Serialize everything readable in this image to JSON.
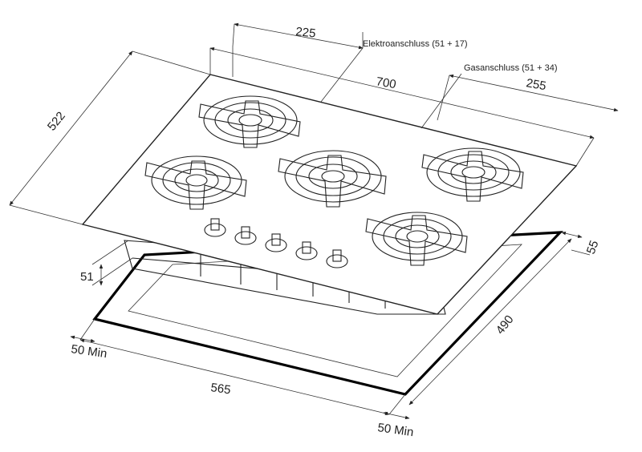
{
  "dimensions": {
    "top_width_left": "225",
    "total_width": "700",
    "top_width_right": "255",
    "depth": "522",
    "height": "51",
    "cutout_width": "565",
    "cutout_depth": "490",
    "right_clearance": "55",
    "min_left": "50 Min",
    "min_front": "50 Min"
  },
  "labels": {
    "electrical": "Elektroanschluss (51 + 17)",
    "gas": "Gasanschluss (51 + 34)"
  },
  "colors": {
    "line": "#222222",
    "frame": "#000000",
    "background": "#ffffff"
  }
}
